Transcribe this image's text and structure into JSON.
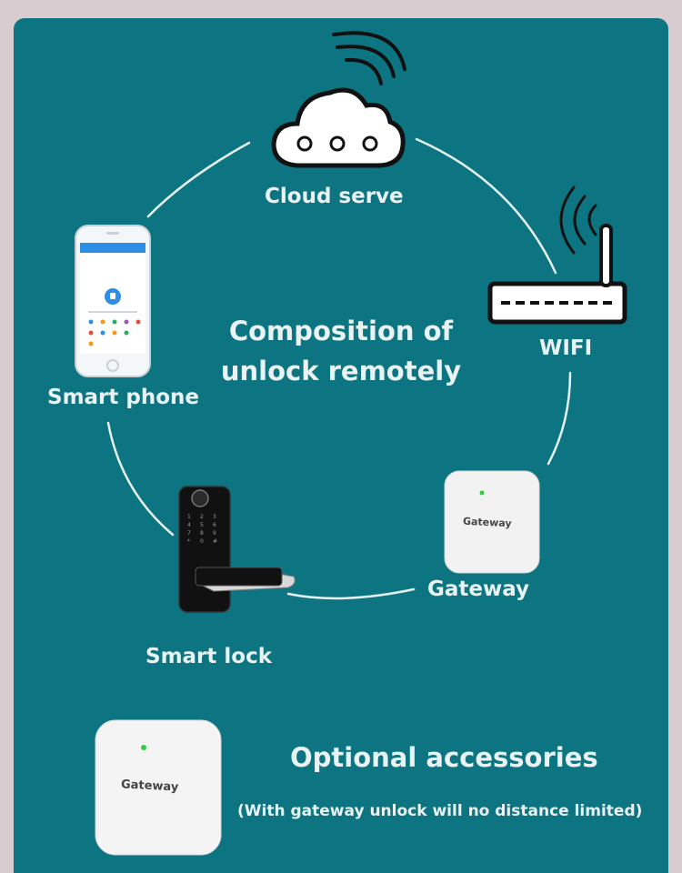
{
  "diagram": {
    "title_line1": "Composition of",
    "title_line2": "unlock remotely",
    "nodes": {
      "cloud": "Cloud serve",
      "wifi": "WIFI",
      "gateway": "Gateway",
      "smart_lock": "Smart lock",
      "smart_phone": "Smart phone"
    },
    "device_labels": {
      "gateway_small": "Gateway",
      "gateway_large": "Gateway"
    },
    "keypad": [
      "1",
      "2",
      "3",
      "4",
      "5",
      "6",
      "7",
      "8",
      "9",
      "*",
      "0",
      "#"
    ]
  },
  "accessories": {
    "title": "Optional accessories",
    "note": "(With gateway unlock will no distance limited)"
  },
  "colors": {
    "background": "#0d7581",
    "frame": "#d9ccd1",
    "text": "#e9f3f4"
  }
}
